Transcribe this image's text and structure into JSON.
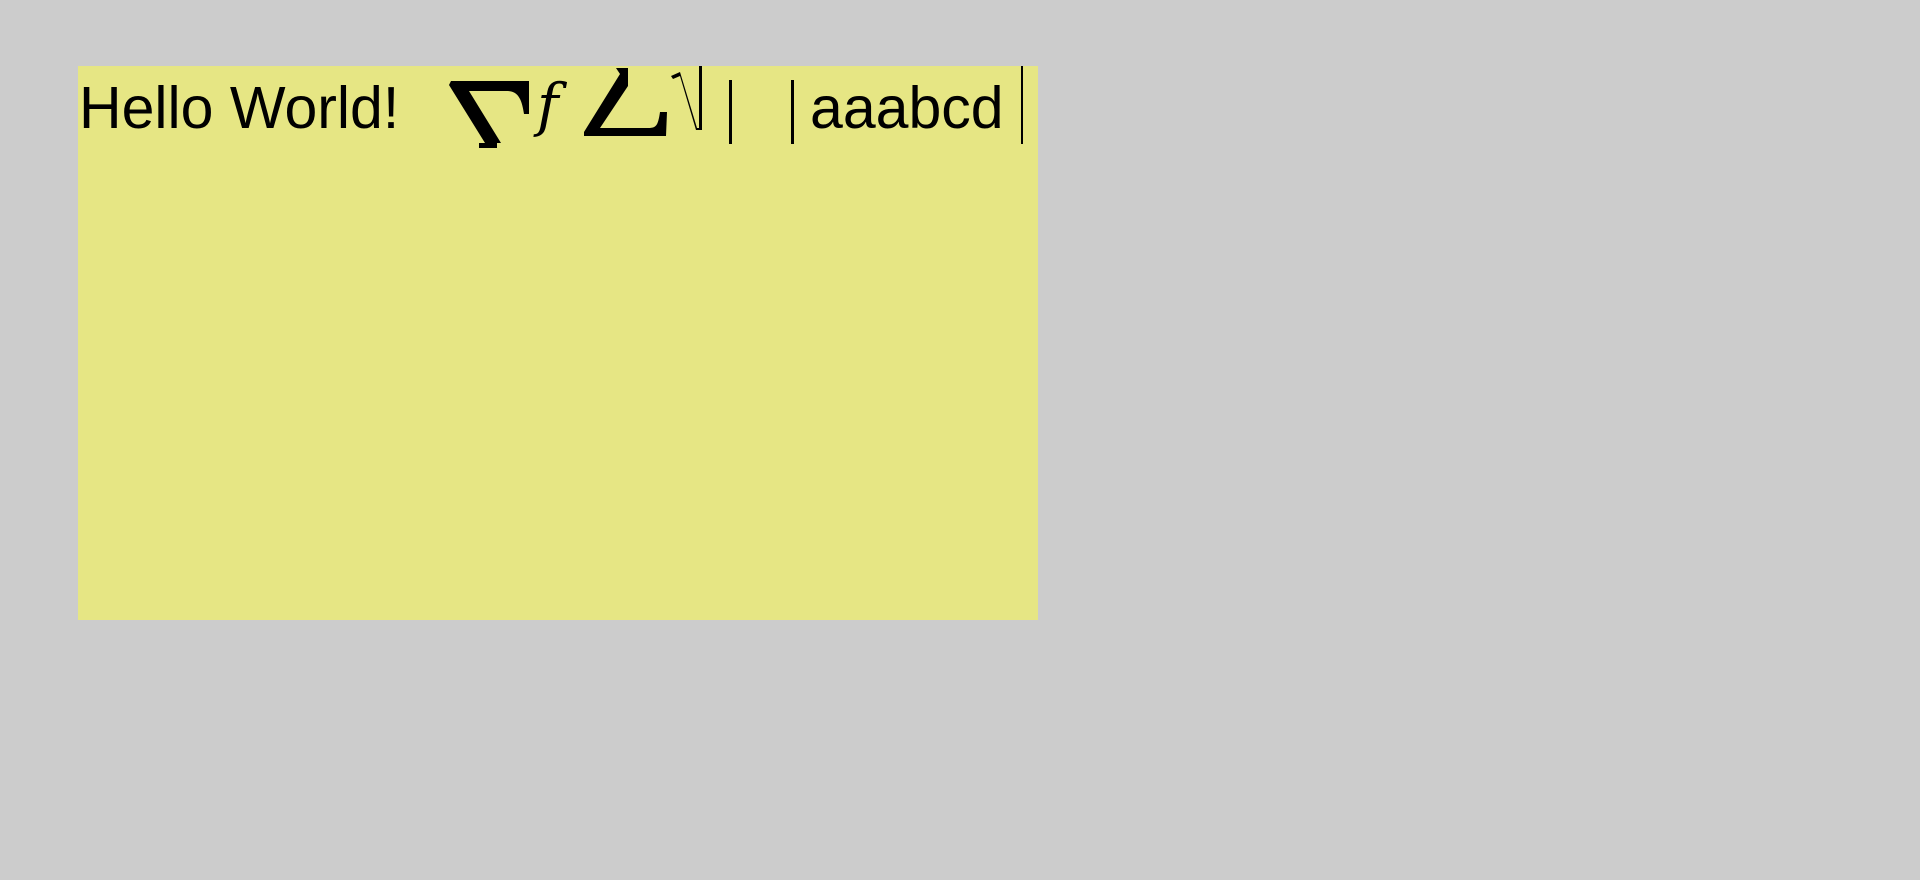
{
  "colors": {
    "desktop_background": "#cccccc",
    "editor_background": "#e6e684",
    "text": "#000000"
  },
  "editor": {
    "plain_text": "Hello World!",
    "tail_text": "aaabcd",
    "math_glyphs": {
      "summation": "sum-symbol",
      "function": "f",
      "angle": "angle-symbol",
      "root": "sqrt-symbol"
    },
    "caret_visible": true
  }
}
